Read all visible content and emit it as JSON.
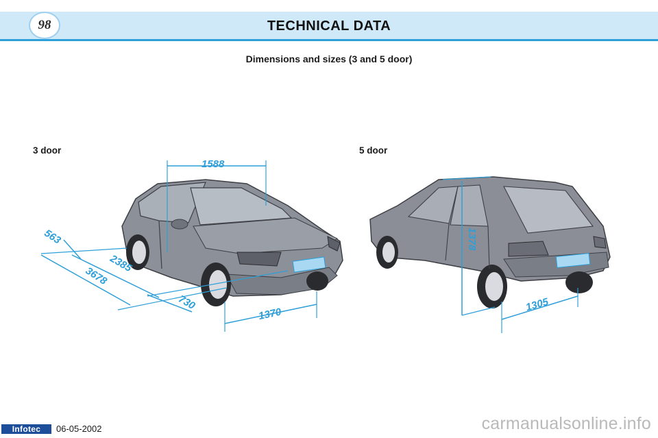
{
  "header": {
    "page_number": "98",
    "title": "TECHNICAL DATA"
  },
  "subtitle": "Dimensions and sizes (3 and 5 door)",
  "three_door": {
    "label": "3 door",
    "dimensions": {
      "height": "1588",
      "front_overhang": "563",
      "wheelbase": "2385",
      "length": "3678",
      "rear_overhang": "730",
      "front_track": "1370"
    }
  },
  "five_door": {
    "label": "5 door",
    "dimensions": {
      "height": "1378",
      "rear_track": "1305"
    }
  },
  "colors": {
    "accent": "#2e9fd8",
    "header_band": "#cfe9f8",
    "car_body": "#8b8e96",
    "brand": "#1d4e9a"
  },
  "footer": {
    "logo": "Infotec",
    "date": "06-05-2002",
    "watermark": "carmanualsonline.info"
  }
}
